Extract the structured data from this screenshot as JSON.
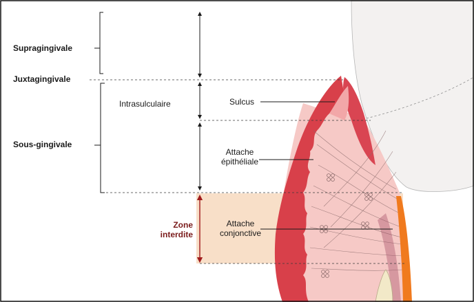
{
  "labels": {
    "supragingivale": "Supragingivale",
    "juxtagingivale": "Juxtagingivale",
    "sous_gingivale": "Sous-gingivale",
    "intrasulculaire": "Intrasulculaire",
    "sulcus": "Sulcus",
    "attache_epitheliale": [
      "Attache",
      "épithéliale"
    ],
    "zone_interdite": [
      "Zone",
      "interdite"
    ],
    "attache_conjonctive": [
      "Attache",
      "conjonctive"
    ]
  },
  "colors": {
    "gingiva_red": "#d8404a",
    "gingiva_dark": "#b8283a",
    "epithelium_pink": "#f2a7a8",
    "connective_pink": "#f6c9c6",
    "forbidden_zone": "#f8dfc8",
    "tooth_white": "#f4f2f1",
    "bone_orange": "#f07a1e",
    "zone_label": "#7a1b1b",
    "arrow_red": "#a01c1c"
  }
}
